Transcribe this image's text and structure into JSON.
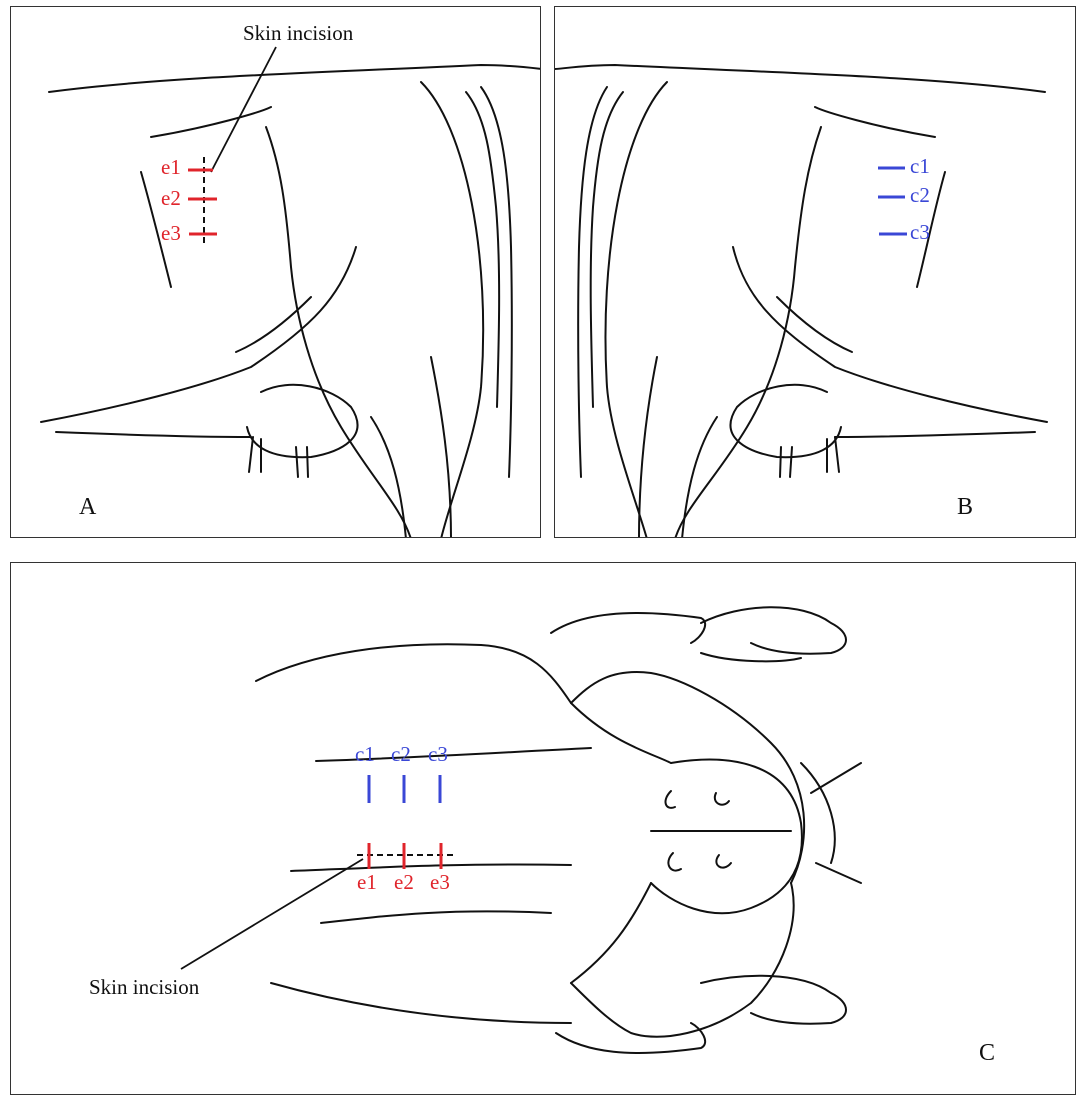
{
  "panels": {
    "a": {
      "letter": "A"
    },
    "b": {
      "letter": "B"
    },
    "c": {
      "letter": "C"
    }
  },
  "labels": {
    "skin_incision": "Skin incision",
    "e": [
      "e1",
      "e2",
      "e3"
    ],
    "c": [
      "c1",
      "c2",
      "c3"
    ]
  },
  "colors": {
    "experimental": "#e0242b",
    "control": "#3a47d6",
    "outline": "#111111"
  }
}
